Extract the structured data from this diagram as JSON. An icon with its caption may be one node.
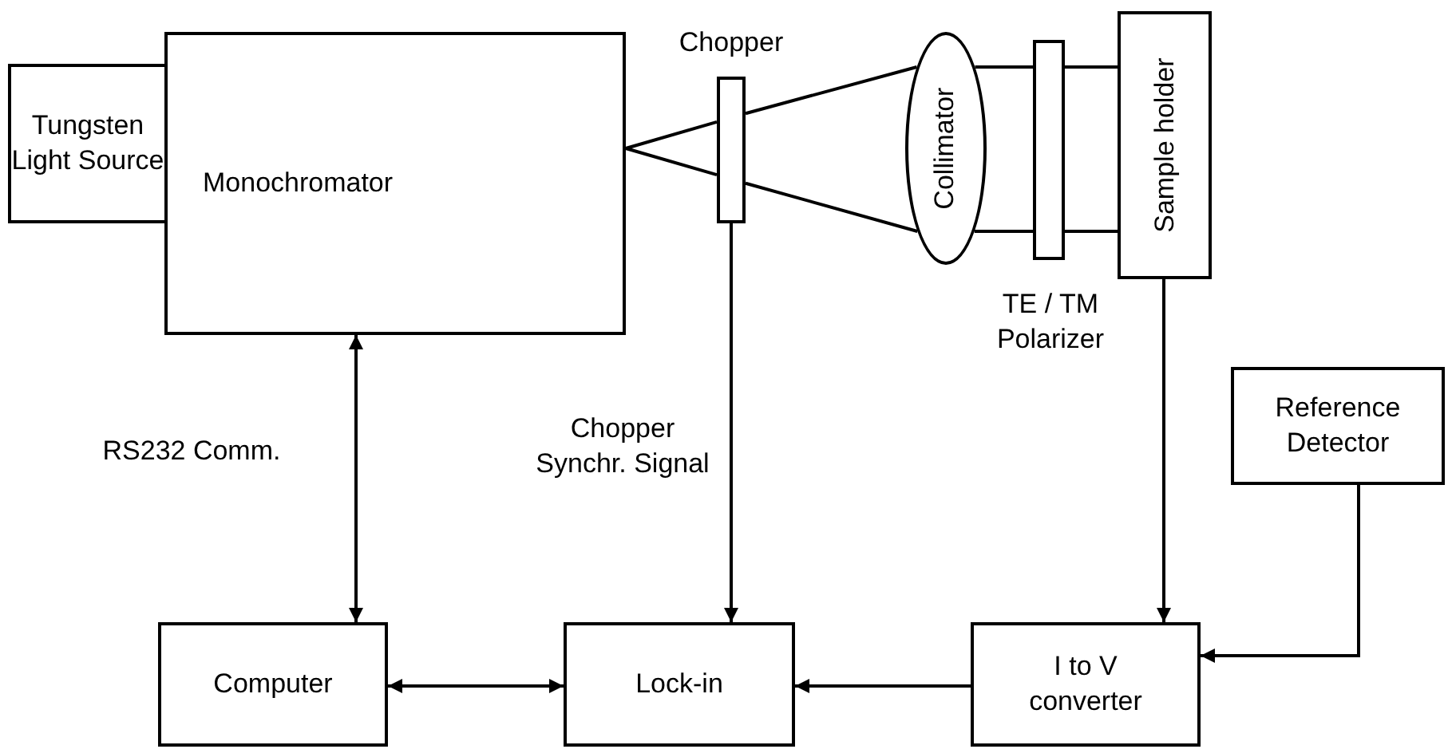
{
  "diagram": {
    "nodes": [
      {
        "text": [
          "Tungsten Light Source"
        ]
      },
      {
        "text": [
          "Monochromator"
        ]
      },
      {
        "text": [
          "Chopper"
        ]
      },
      {
        "text": [
          "Collimator"
        ]
      },
      {
        "text": [
          "TE / TM Polarizer"
        ]
      },
      {
        "text": [
          "Sample holder"
        ]
      },
      {
        "text": [
          "Reference Detector"
        ]
      },
      {
        "text": [
          "Computer"
        ]
      },
      {
        "text": [
          "Lock-in"
        ]
      },
      {
        "text": [
          "I to V converter"
        ]
      }
    ],
    "edges": [
      {
        "from": 1,
        "to": 2,
        "arrow": "none"
      },
      {
        "from": 2,
        "to": 3,
        "arrow": "none"
      },
      {
        "from": 1,
        "to": 2,
        "arrow": "none"
      },
      {
        "from": 2,
        "to": 3,
        "arrow": "none"
      },
      {
        "from": 3,
        "to": 4,
        "arrow": "none"
      },
      {
        "from": 4,
        "to": 5,
        "arrow": "none"
      },
      {
        "from": 3,
        "to": 4,
        "arrow": "none"
      },
      {
        "from": 4,
        "to": 5,
        "arrow": "none"
      },
      {
        "from": 1,
        "to": 7,
        "arrow": "both",
        "label": "RS232 Comm."
      },
      {
        "from": 2,
        "to": 8,
        "arrow": "to",
        "label": "Chopper Synchr. Signal"
      },
      {
        "from": 5,
        "to": 9,
        "arrow": "to"
      },
      {
        "from": 6,
        "to": 9,
        "arrow": "to"
      },
      {
        "from": 7,
        "to": 8,
        "arrow": "both"
      },
      {
        "from": 9,
        "to": 8,
        "arrow": "to"
      }
    ]
  }
}
